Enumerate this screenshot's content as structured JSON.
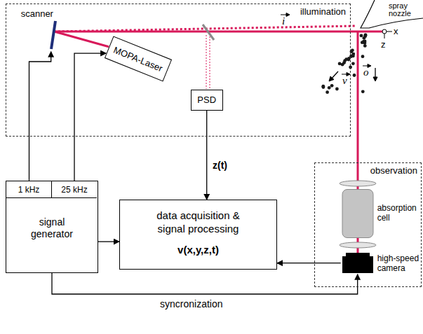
{
  "diagram": {
    "nodes": [
      {
        "text": [
          "illumination"
        ]
      },
      {
        "text": [
          "scanner"
        ],
        "in": 0
      },
      {
        "text": [
          "MOPA-Laser"
        ],
        "in": 0
      },
      {
        "text": [
          "PSD"
        ],
        "in": 0
      },
      {
        "text": [
          "spray nozzle"
        ]
      },
      {
        "text": [
          "observation"
        ]
      },
      {
        "text": [
          "absorption cell"
        ],
        "in": 5
      },
      {
        "text": [
          "high-speed camera"
        ],
        "in": 5
      },
      {
        "text": [
          "signal generator"
        ]
      },
      {
        "text": [
          "1 kHz"
        ],
        "in": 8
      },
      {
        "text": [
          "25 kHz"
        ],
        "in": 8
      },
      {
        "text": [
          "data acquisition & signal processing",
          "v(x,y,z,t)"
        ]
      }
    ],
    "edges": [
      {
        "from": 2,
        "to": 1,
        "arrow": "none"
      },
      {
        "from": 9,
        "to": 1,
        "arrow": "to"
      },
      {
        "from": 10,
        "to": 2,
        "arrow": "to"
      },
      {
        "from": 3,
        "to": 11,
        "arrow": "to",
        "label": "z(t)"
      },
      {
        "from": 8,
        "to": 11,
        "arrow": "to"
      },
      {
        "from": 7,
        "to": 11,
        "arrow": "to"
      },
      {
        "from": 8,
        "to": 7,
        "arrow": "to",
        "label": "syncronization"
      }
    ],
    "labels": [
      "i",
      "v",
      "o",
      "x",
      "z"
    ]
  }
}
